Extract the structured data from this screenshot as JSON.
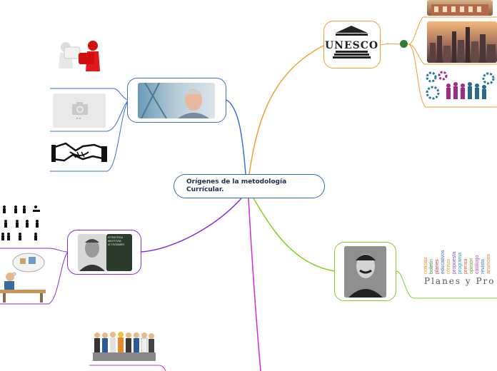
{
  "map": {
    "central_topic": "Orígenes de la metodología Currícular.",
    "unesco_logo_text": "UNESCO",
    "planes_text": "Planes y Pro",
    "word_cloud_words": [
      "noticias",
      "boletín",
      "planes",
      "educativos",
      "ofertas",
      "propuesta",
      "programa",
      "prensa",
      "opinión",
      "catálogo",
      "revista",
      "anuncios"
    ],
    "blackboard_text": "ESTRATEGIA OBJETIVOS ACTIVIDADES",
    "branch_colors": {
      "unesco": "#f0a030",
      "portrait": "#3c6fd8",
      "tyler": "#8a2be2",
      "bottom": "#d32ad6",
      "green": "#7ed321"
    }
  }
}
